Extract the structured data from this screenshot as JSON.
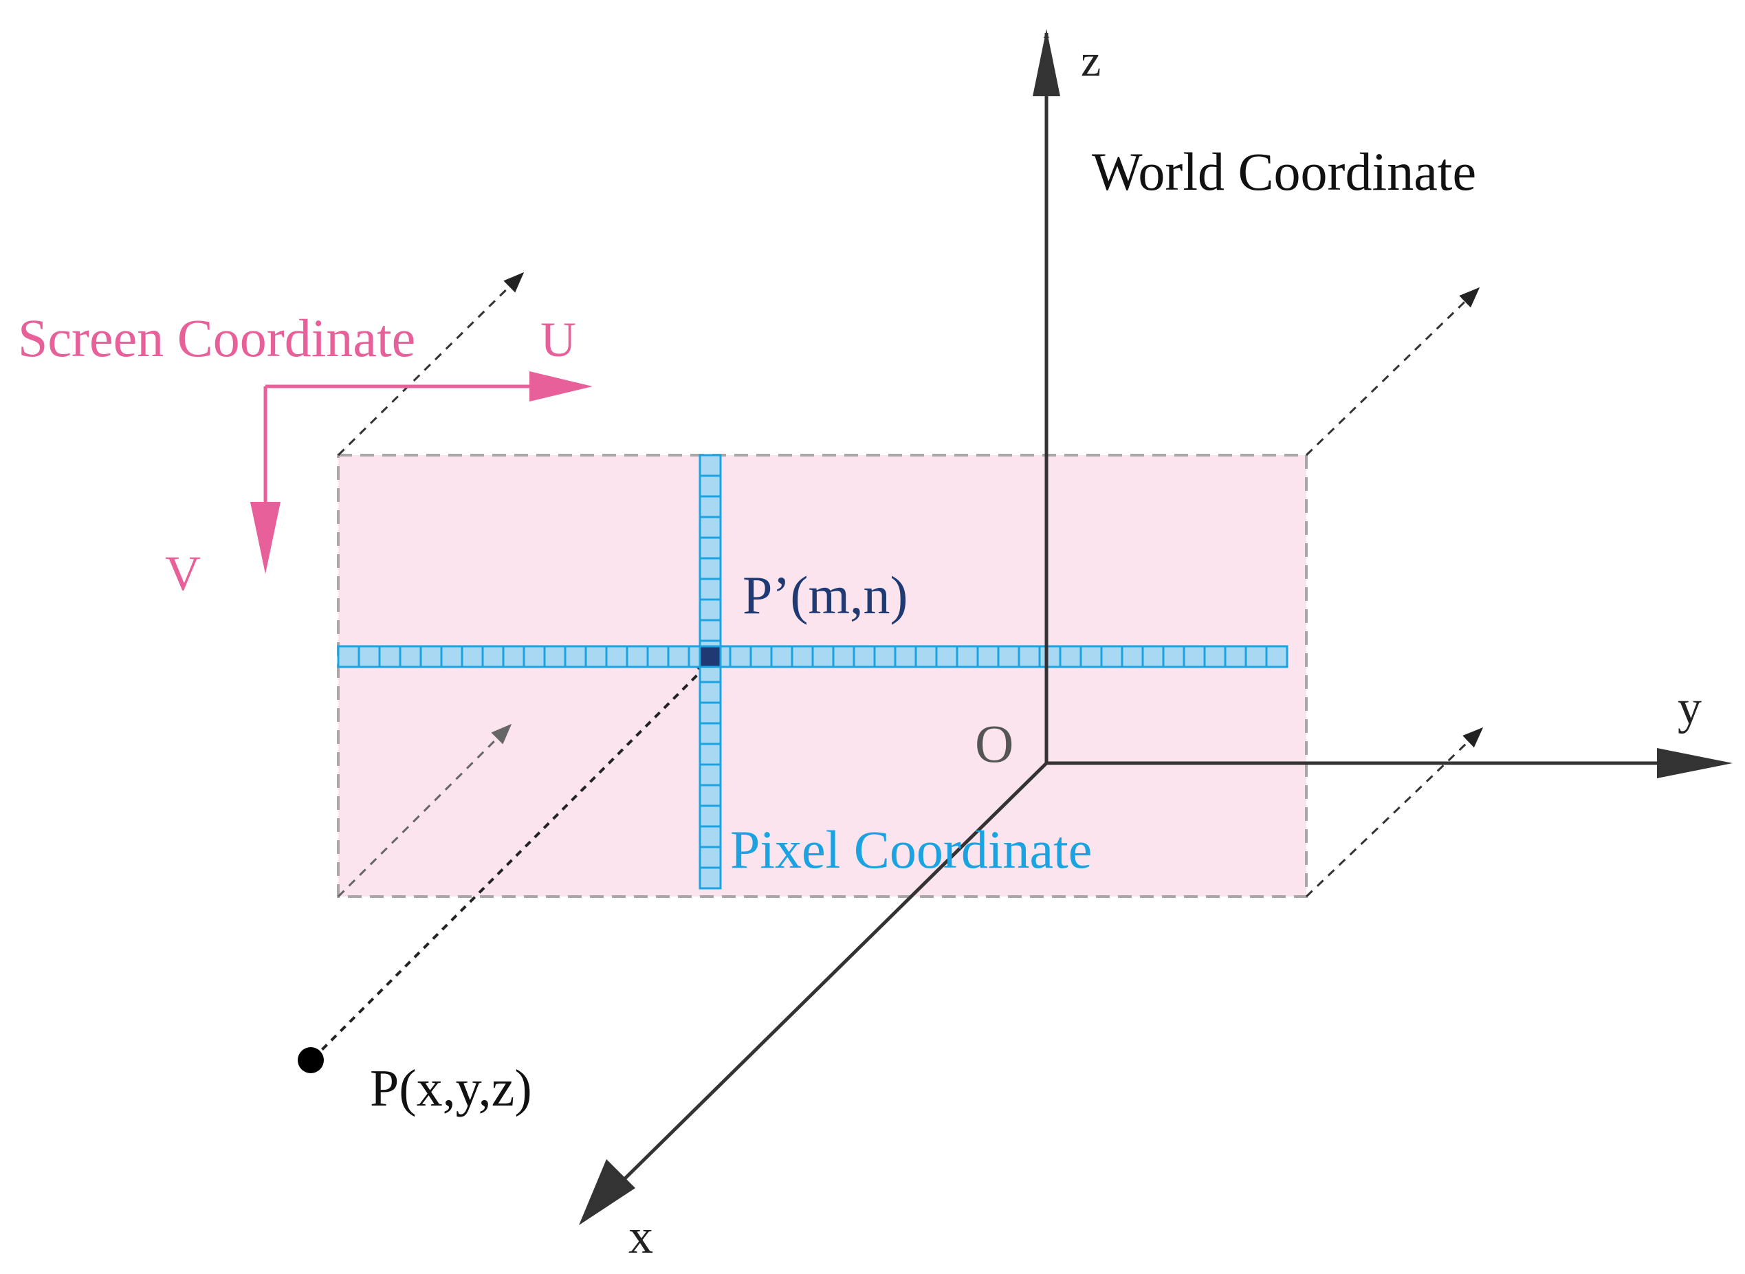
{
  "labels": {
    "world_coordinate": "World Coordinate",
    "screen_coordinate": "Screen Coordinate",
    "pixel_coordinate": "Pixel Coordinate",
    "axis_z": "z",
    "axis_y": "y",
    "axis_x": "x",
    "origin": "O",
    "screen_u": "U",
    "screen_v": "V",
    "point_world": "P(x,y,z)",
    "point_pixel": "P’(m,n)"
  },
  "colors": {
    "axis": "#333333",
    "screen_pink": "#e8609a",
    "plane_fill": "#fbe4ee",
    "plane_border": "#a8a8a8",
    "pixel_blue": "#1aa3e0",
    "pixel_fill": "#a9d8f3",
    "pixel_selected": "#1f3a73",
    "point_label_blue": "#1f3a73",
    "dashed_ray": "#333333"
  }
}
